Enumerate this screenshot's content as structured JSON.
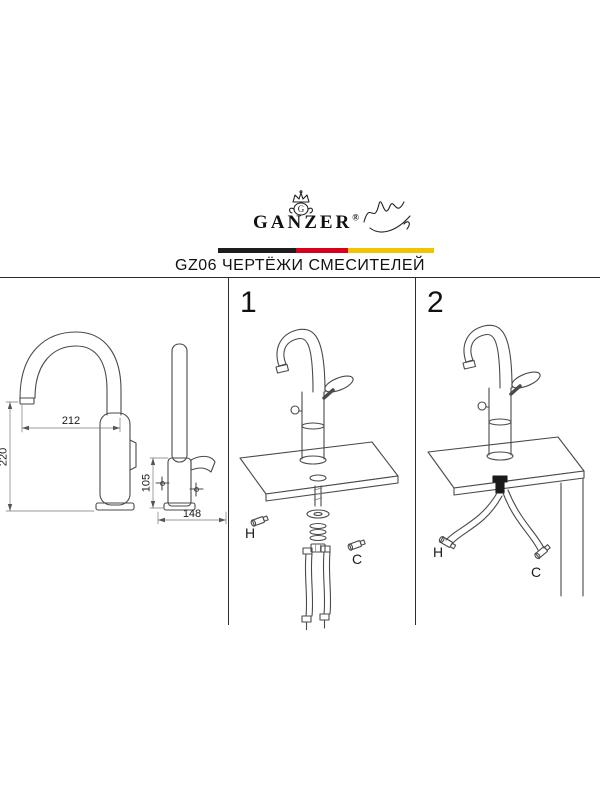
{
  "brand": {
    "name": "GANZER",
    "registered": "®",
    "monogram": "G"
  },
  "title": "GZ06 ЧЕРТЁЖИ СМЕСИТЕЛЕЙ",
  "stripe": {
    "colors": [
      "#1d1d1b",
      "#d6001c",
      "#f0c400"
    ]
  },
  "drawing": {
    "dims": {
      "reach": "212",
      "height": "220",
      "body": "105",
      "base": "148"
    }
  },
  "panel1": {
    "number": "1",
    "hot": "H",
    "cold": "C"
  },
  "panel2": {
    "number": "2",
    "hot": "H",
    "cold": "C"
  }
}
